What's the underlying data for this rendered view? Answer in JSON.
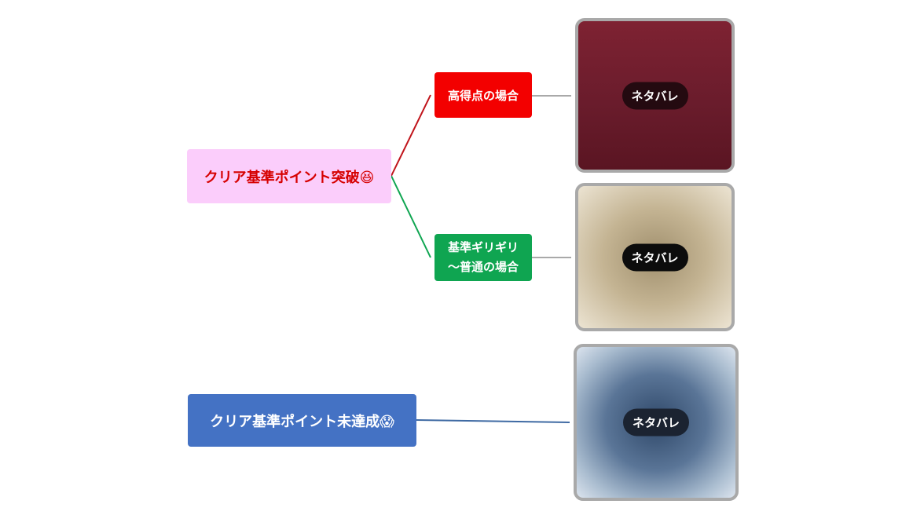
{
  "root_high": {
    "label": "クリア基準ポイント突破😆"
  },
  "branch_high": {
    "label": "高得点の場合"
  },
  "branch_border": {
    "line1": "基準ギリギリ",
    "line2": "～普通の場合"
  },
  "root_fail": {
    "label": "クリア基準ポイント未達成😱"
  },
  "spoilers": [
    {
      "label": "ネタバレ"
    },
    {
      "label": "ネタバレ"
    },
    {
      "label": "ネタバレ"
    }
  ],
  "colors": {
    "root_high_bg": "#fbcdfb",
    "root_high_text": "#d60000",
    "branch_high_bg": "#f30000",
    "branch_border_bg": "#0fa551",
    "root_fail_bg": "#4472c4",
    "connector_red": "#c0141b",
    "connector_green": "#0fa551",
    "connector_blue": "#3f6aa3",
    "connector_gray": "#a9a9a9"
  }
}
